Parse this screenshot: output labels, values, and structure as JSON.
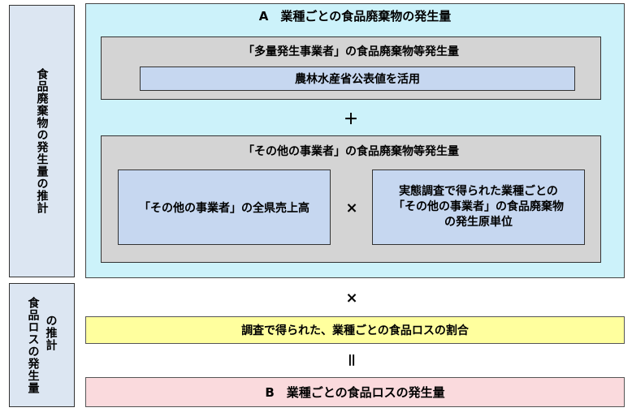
{
  "left_labels": {
    "upper": "食品廃棄物の発生量の推計",
    "lower_line1": "食品ロスの発生量",
    "lower_line2": "の推計"
  },
  "panel_a": {
    "title": "A　業種ごとの食品廃棄物の発生量",
    "large_producers": {
      "title": "「多量発生事業者」の食品廃棄物等発生量",
      "inner": "農林水産省公表値を活用"
    },
    "plus": "＋",
    "other_producers": {
      "title": "「その他の事業者」の食品廃棄物等発生量",
      "sales": "「その他の事業者」の全県売上高",
      "times": "×",
      "unit_line1": "実態調査で得られた業種ごとの",
      "unit_line2": "「その他の事業者」の食品廃棄物",
      "unit_line3": "の発生原単位"
    }
  },
  "times_lower": "×",
  "ratio_box": "調査で得られた、業種ごとの食品ロスの割合",
  "equals": "＝",
  "result_box": "B　業種ごとの食品ロスの発生量"
}
